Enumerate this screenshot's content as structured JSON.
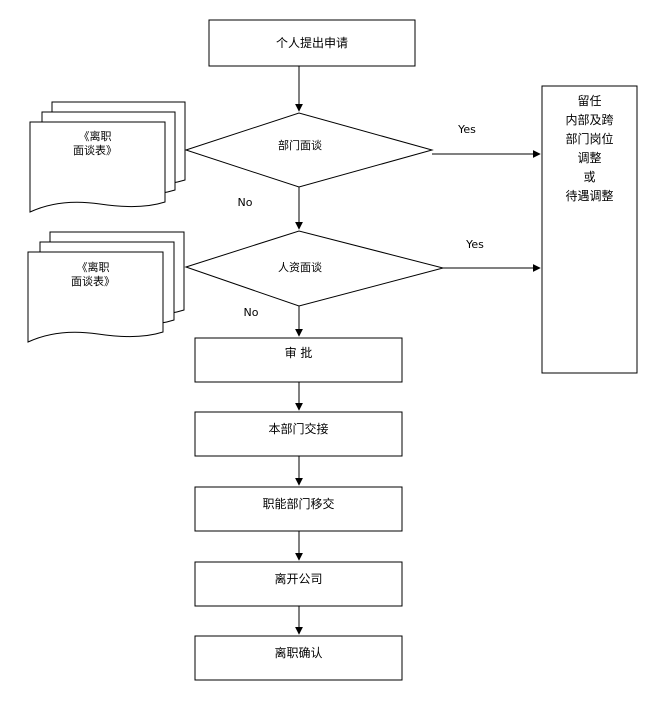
{
  "flow": {
    "step_apply": "个人提出申请",
    "decision_dept": "部门面谈",
    "decision_hr": "人资面谈",
    "step_approve": "审    批",
    "step_handover": "本部门交接",
    "step_func_transfer": "职能部门移交",
    "step_leave": "离开公司",
    "step_confirm": "离职确认"
  },
  "documents": {
    "doc1": "《离职\n面谈表》",
    "doc2": "《离职\n面谈表》"
  },
  "outcome": {
    "text": "留任\n内部及跨\n部门岗位\n调整\n或\n待遇调整"
  },
  "labels": {
    "yes1": "Yes",
    "yes2": "Yes",
    "no1": "No",
    "no2": "No"
  }
}
